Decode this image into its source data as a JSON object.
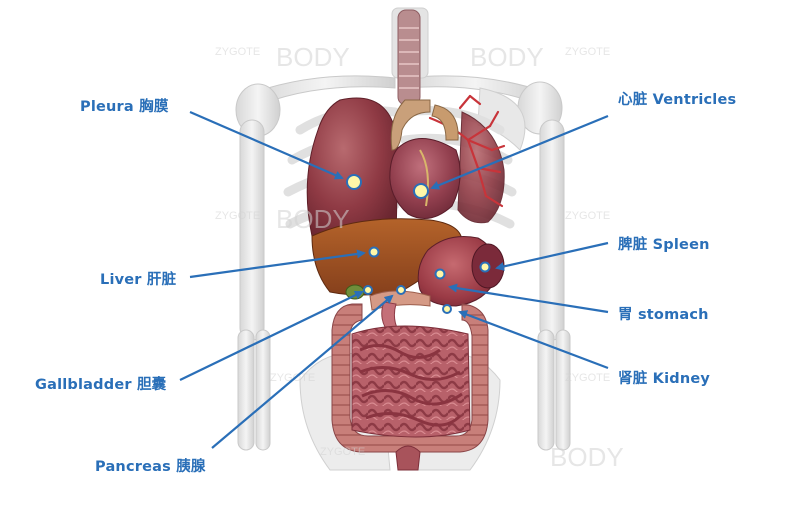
{
  "accent_color": "#2a6fb8",
  "marker_fill": "#fff7a8",
  "watermark": {
    "brand_small": "ZYGOTE",
    "brand_big": "BODY"
  },
  "labels": {
    "pleura": "Pleura 胸膜",
    "ventricles": "心脏 Ventricles",
    "spleen": "脾脏 Spleen",
    "liver": "Liver 肝脏",
    "stomach": "胃 stomach",
    "gallbladder": "Gallbladder 胆囊",
    "kidney": "肾脏 Kidney",
    "pancreas": "Pancreas 胰腺"
  }
}
